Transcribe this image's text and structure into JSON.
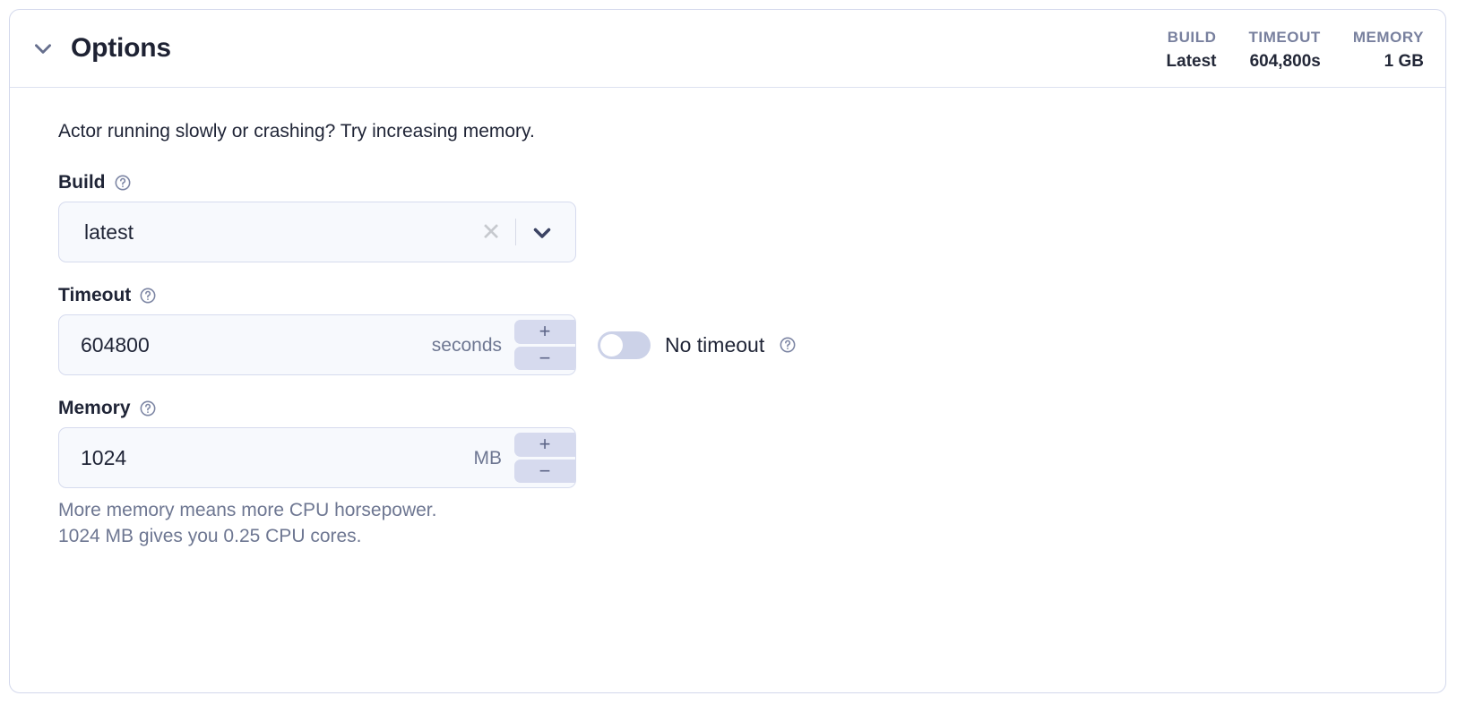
{
  "panel": {
    "title": "Options",
    "collapse_icon": "chevron-down-icon",
    "stats": [
      {
        "label": "BUILD",
        "value": "Latest"
      },
      {
        "label": "TIMEOUT",
        "value": "604,800s"
      },
      {
        "label": "MEMORY",
        "value": "1 GB"
      }
    ],
    "intro": "Actor running slowly or crashing? Try increasing memory."
  },
  "build": {
    "label": "Build",
    "help_icon": "question-circle-icon",
    "value": "latest",
    "clear_icon": "close-icon",
    "dropdown_icon": "chevron-down-icon"
  },
  "timeout": {
    "label": "Timeout",
    "help_icon": "question-circle-icon",
    "value": "604800",
    "unit": "seconds",
    "increment_label": "+",
    "decrement_label": "−",
    "toggle": {
      "label": "No timeout",
      "state": "off",
      "help_icon": "question-circle-icon"
    }
  },
  "memory": {
    "label": "Memory",
    "help_icon": "question-circle-icon",
    "value": "1024",
    "unit": "MB",
    "increment_label": "+",
    "decrement_label": "−",
    "hint_line1": "More memory means more CPU horsepower.",
    "hint_line2": "1024 MB gives you 0.25 CPU cores."
  },
  "colors": {
    "panel_border": "#d3d8ec",
    "input_bg": "#f7f9fd",
    "input_border": "#d6dbee",
    "stepper_bg": "#d6daee",
    "muted_text": "#6e7792",
    "stat_label": "#78809e",
    "text": "#1f2436",
    "toggle_track_off": "#ccd2e8"
  }
}
